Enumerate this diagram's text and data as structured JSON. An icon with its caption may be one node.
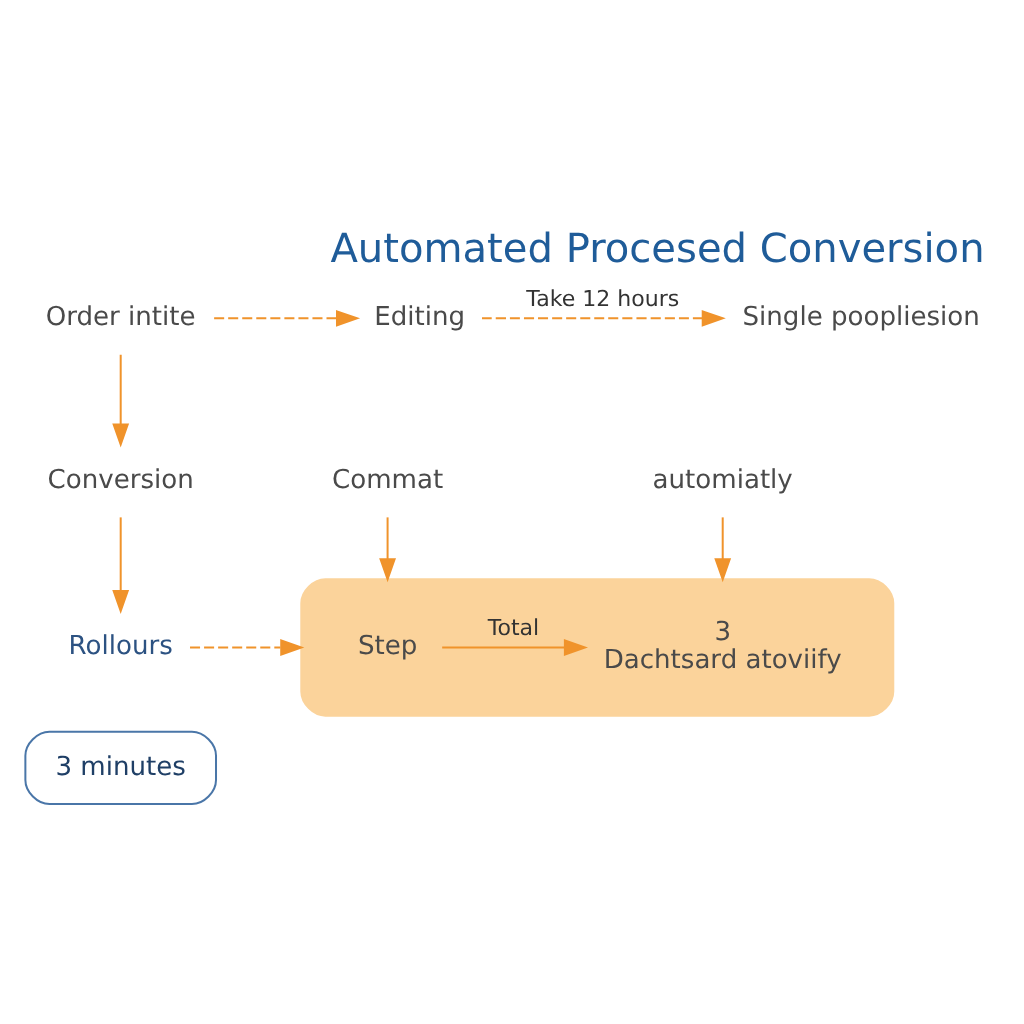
{
  "diagram": {
    "title": "Automated Procesed Conversion",
    "nodes": [
      {
        "text": [
          "Order intite"
        ]
      },
      {
        "text": [
          "Editing"
        ]
      },
      {
        "text": [
          "Single poopliesion"
        ]
      },
      {
        "text": [
          "Conversion"
        ]
      },
      {
        "text": [
          "Commat"
        ]
      },
      {
        "text": [
          "automiatly"
        ]
      },
      {
        "text": [
          "Rollours"
        ]
      },
      {
        "text": [],
        "shape": "box"
      },
      {
        "text": [
          "Step"
        ],
        "in": 7
      },
      {
        "text": [
          "3",
          "Dachtsard atoviify"
        ],
        "in": 7
      },
      {
        "text": [
          "3 minutes"
        ]
      }
    ],
    "edges": [
      {
        "from": 0,
        "to": 1,
        "arrow": "to",
        "style": "dashed"
      },
      {
        "from": 1,
        "to": 2,
        "arrow": "to",
        "style": "dashed",
        "label": "Take 12 hours"
      },
      {
        "from": 0,
        "to": 3,
        "arrow": "to"
      },
      {
        "from": 3,
        "to": 6,
        "arrow": "to"
      },
      {
        "from": 4,
        "to": 7,
        "arrow": "to"
      },
      {
        "from": 5,
        "to": 7,
        "arrow": "to"
      },
      {
        "from": 6,
        "to": 7,
        "arrow": "to",
        "style": "dashed"
      },
      {
        "from": 8,
        "to": 9,
        "arrow": "to",
        "label": "Total"
      }
    ]
  }
}
